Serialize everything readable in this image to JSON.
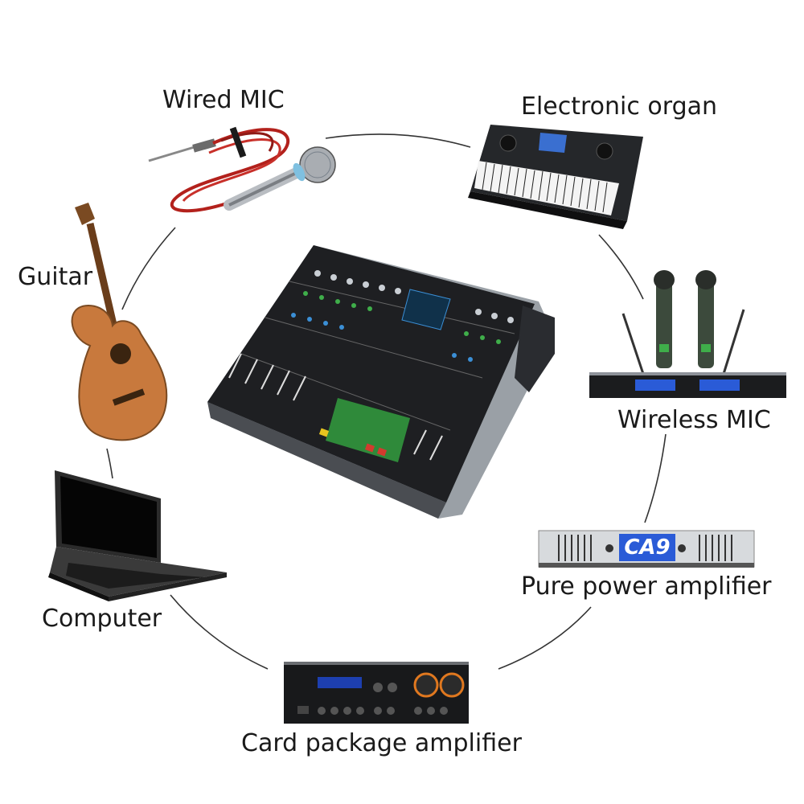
{
  "devices": {
    "wired_mic": "Wired MIC",
    "electronic_organ": "Electronic organ",
    "guitar": "Guitar",
    "wireless_mic": "Wireless MIC",
    "computer": "Computer",
    "pure_power_amplifier": "Pure power amplifier",
    "card_package_amplifier": "Card package amplifier"
  },
  "amp_badge": "CA9",
  "icons": [
    "mixer-console-icon",
    "wired-mic-icon",
    "keyboard-icon",
    "guitar-icon",
    "wireless-mic-icon",
    "laptop-icon",
    "power-amplifier-icon",
    "karaoke-amplifier-icon"
  ],
  "colors": {
    "line": "#333333",
    "accent_blue": "#2a5bd7",
    "mixer_green": "#2f8a3a",
    "guitar_wood": "#c8793d"
  }
}
